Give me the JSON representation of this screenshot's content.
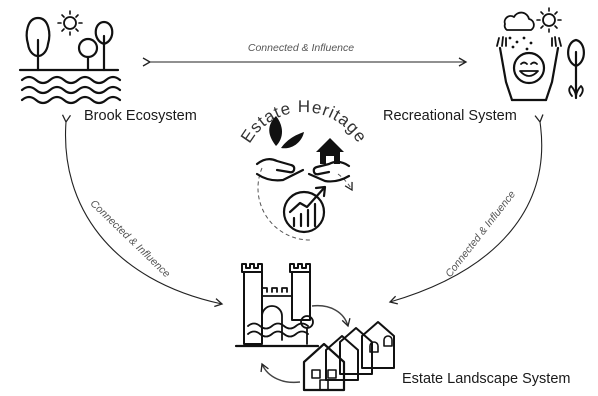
{
  "nodes": {
    "brook": {
      "label": "Brook Ecosystem"
    },
    "recreational": {
      "label": "Recreational System"
    },
    "landscape": {
      "label": "Estate Landscape System"
    },
    "heritage": {
      "title": "Estate Heritage"
    }
  },
  "edges": {
    "top": {
      "label": "Connected & Influence"
    },
    "left": {
      "label": "Connected & Influence"
    },
    "right": {
      "label": "Connected & Influence"
    }
  },
  "icons": {
    "brook": "trees-sun-water-icon",
    "recreational": "person-cheering-rain-sun-tree-icon",
    "heritage_leaves": "hand-holding-leaves-icon",
    "heritage_house": "hand-holding-house-icon",
    "heritage_growth": "growth-chart-icon",
    "landscape": "castle-houses-icon"
  },
  "colors": {
    "line": "#111111",
    "text": "#1a1a1a",
    "edge_text": "#555555"
  }
}
